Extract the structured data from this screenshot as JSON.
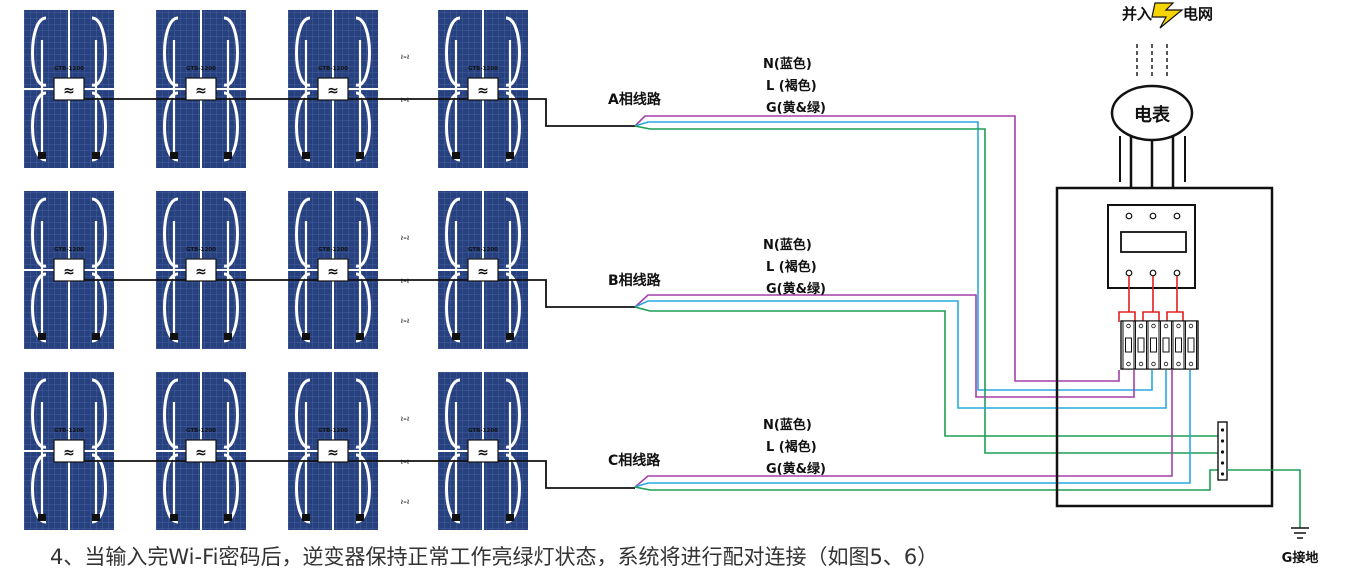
{
  "grid": {
    "rows": 3,
    "panels_per_row": 4,
    "inverter_label": "GTB-1200",
    "inverter_symbol": "≈",
    "continuation_symbol": "≀–≀"
  },
  "lines": [
    {
      "label": "A相线路",
      "n": "N(蓝色)",
      "l": "L (褐色)",
      "g": "G(黄&绿)"
    },
    {
      "label": "B相线路",
      "n": "N(蓝色)",
      "l": "L (褐色)",
      "g": "G(黄&绿)"
    },
    {
      "label": "C相线路",
      "n": "N(蓝色)",
      "l": "L (褐色)",
      "g": "G(黄&绿)"
    }
  ],
  "grid_connection": {
    "left": "并入",
    "right": "电网"
  },
  "meter": {
    "label": "电表"
  },
  "ground": {
    "label": "G接地"
  },
  "caption": "4、当输入完Wi-Fi密码后，逆变器保持正常工作亮绿灯状态，系统将进行配对连接（如图5、6）",
  "colors": {
    "panel": "#27407e",
    "panel_grid": "#4d68a8",
    "wire_n": "#29a8e0",
    "wire_l": "#a43fa8",
    "wire_g": "#1e9e55",
    "breaker_wire": "#e02020",
    "lightning": "#f5d400"
  }
}
